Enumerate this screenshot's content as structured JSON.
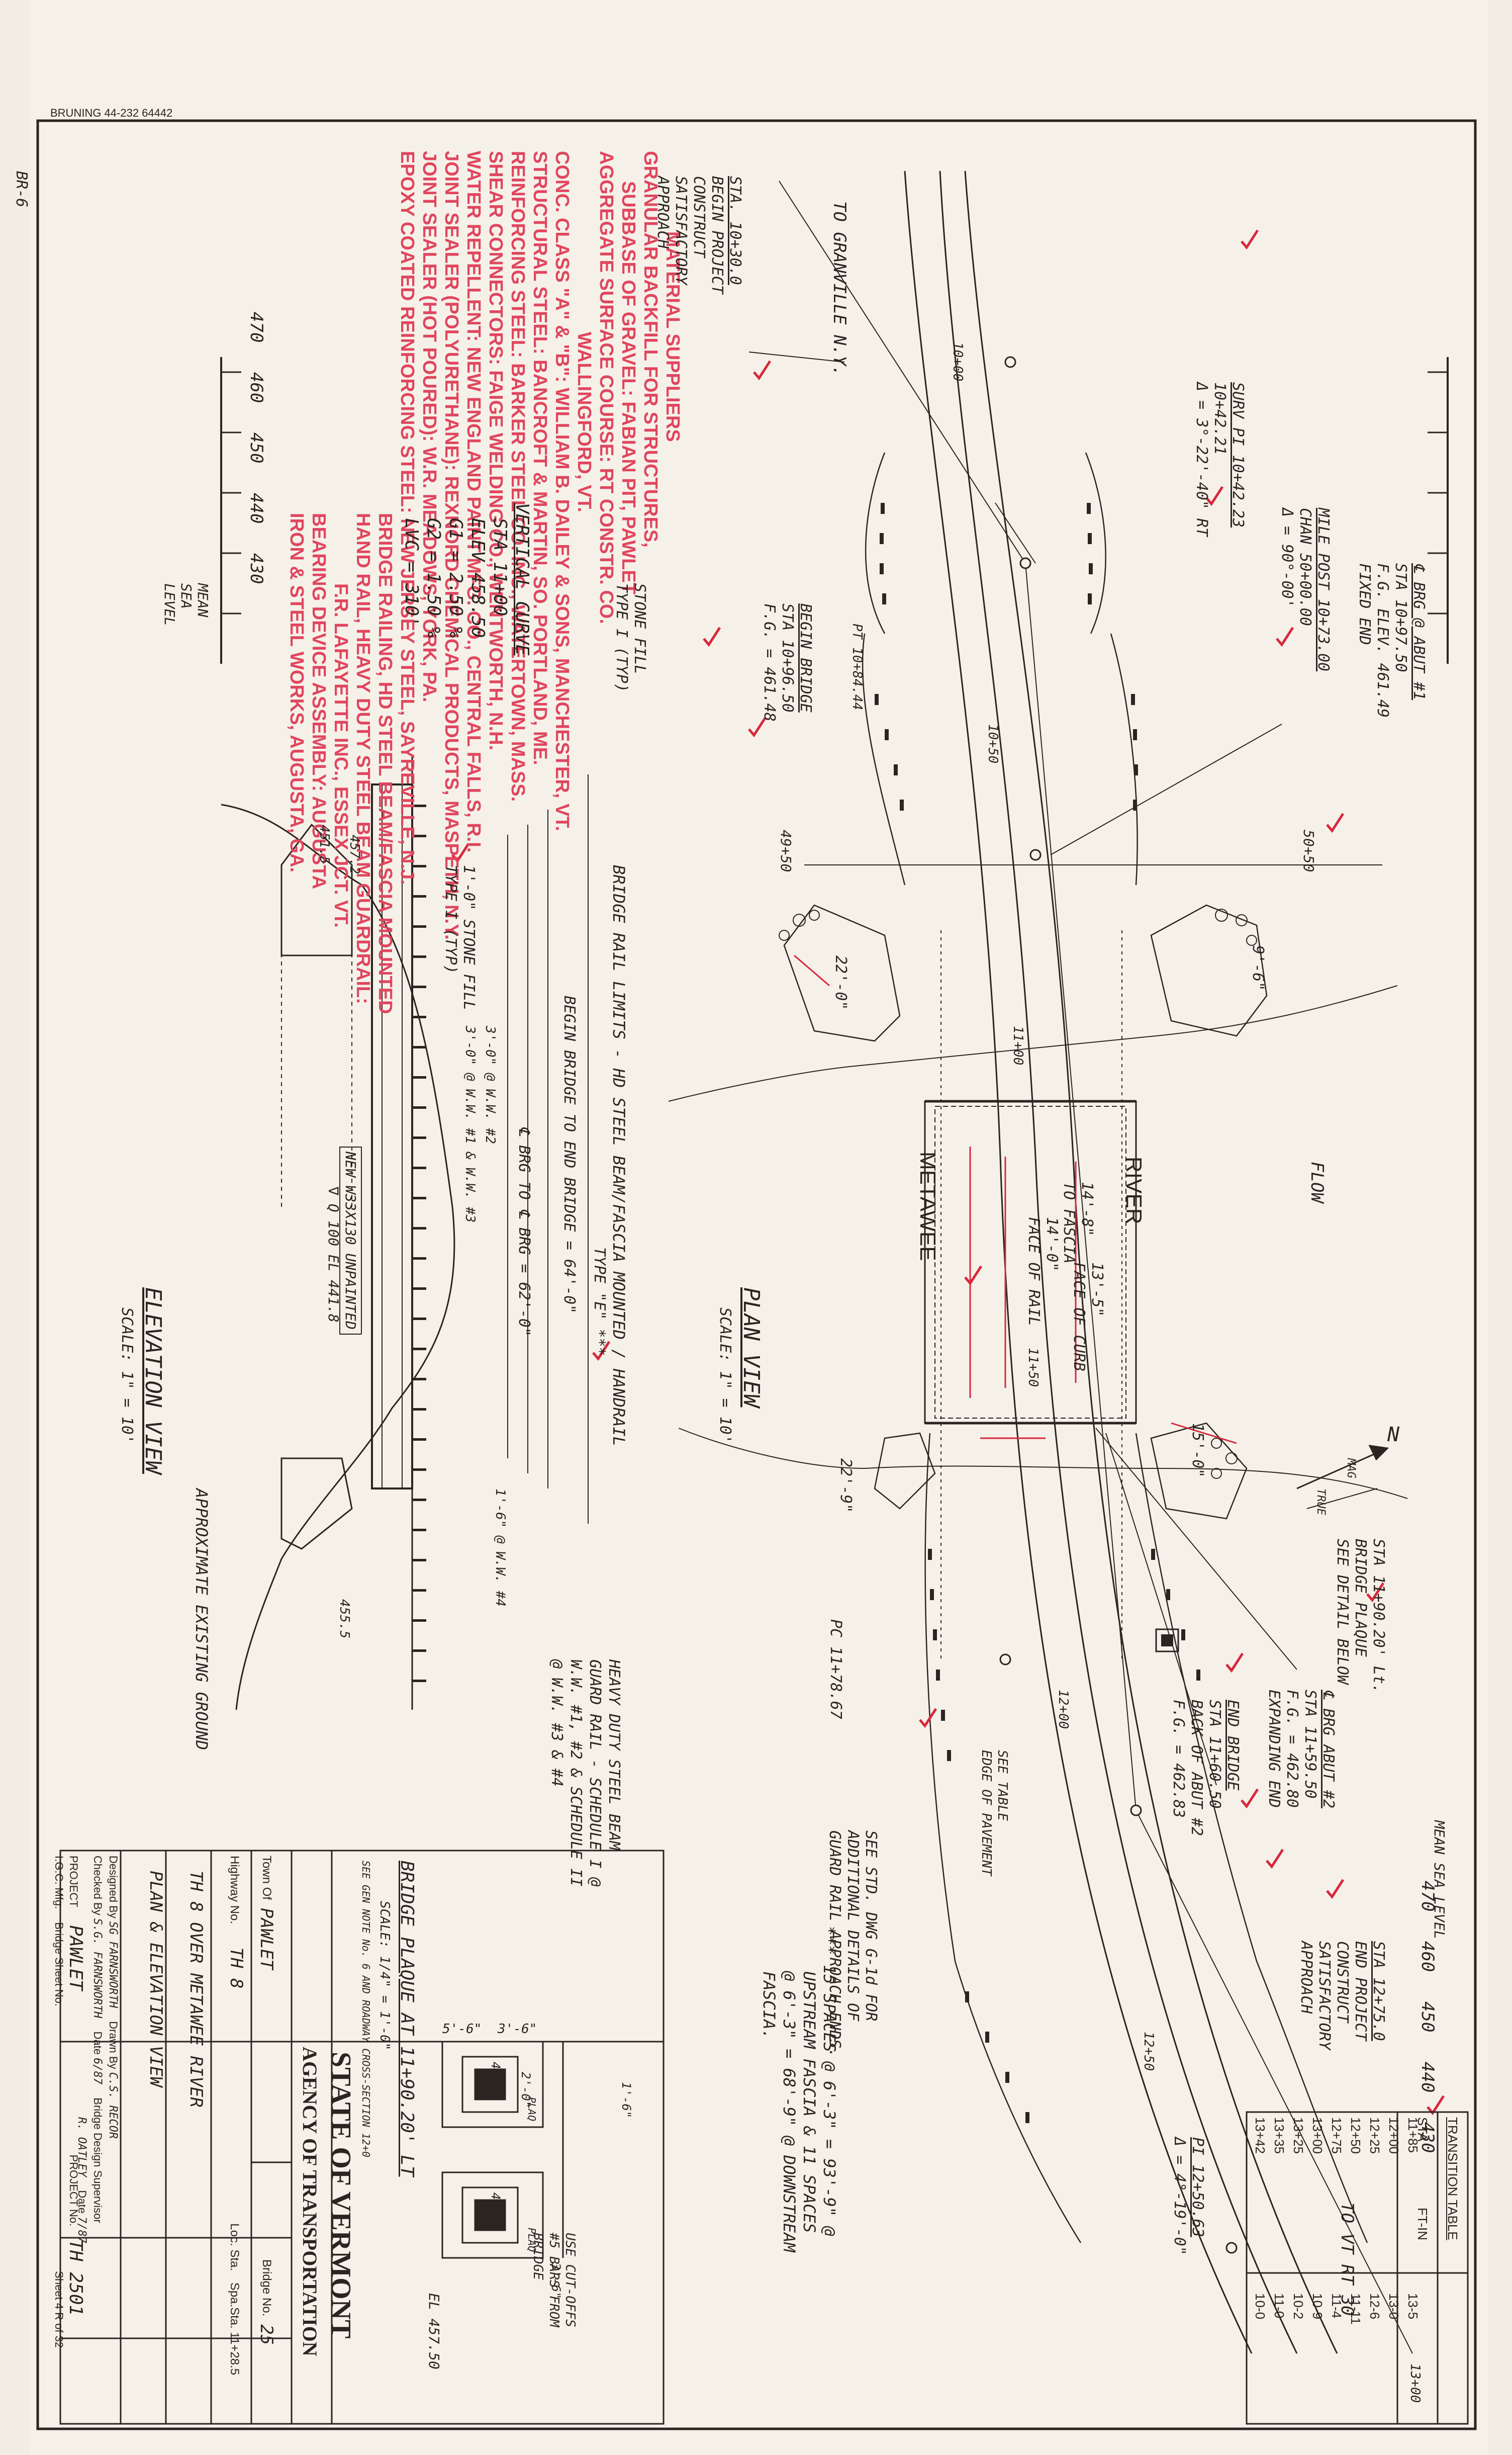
{
  "header": {
    "bruning": "BRUNING 44-232 64442",
    "sheet_mark": "BR-6"
  },
  "materials": {
    "title": "MATERIAL SUPPLIERS",
    "lines": [
      "GRANULAR BACKFILL FOR STRUCTURES,",
      "SUBBASE OF GRAVEL: FABIAN PIT, PAWLET",
      "AGGREGATE SURFACE COURSE: RT CONSTR. CO.",
      "WALLINGFORD, VT.",
      "CONC. CLASS \"A\" & \"B\": WILLIAM B. DAILEY & SONS, MANCHESTER, VT.",
      "STRUCTURAL STEEL: BANCROFT & MARTIN, SO. PORTLAND, ME.",
      "REINFORCING STEEL: BARKER STEEL CO. INC., WATERTOWN, MASS.",
      "SHEAR CONNECTORS: FAIGE WELDING CO., WENTWORTH, N.H.",
      "WATER REPELLENT: NEW ENGLAND PAINT MFG. CO., CENTRAL FALLS, R.I.",
      "JOINT SEALER (POLYURETHANE): REXNORD CHEMICAL PRODUCTS, MASPETH, N.Y.",
      "JOINT SEALER (HOT POURED): W.R. MEADOWS, YORK, PA.",
      "EPOXY COATED REINFORCING STEEL: NEW JERSEY STEEL, SAYREVILLE, N.J.",
      "BRIDGE RAILING, HD STEEL BEAM/FASCIA MOUNTED",
      "HAND RAIL, HEAVY DUTY STEEL BEAM GUARDRAIL:",
      "F.R. LAFAYETTE INC., ESSEX JCT. VT.",
      "BEARING DEVICE ASSEMBLY: AUGUSTA",
      "IRON & STEEL WORKS, AUGUSTA, GA."
    ]
  },
  "plan_view": {
    "title": "PLAN VIEW",
    "scale": "SCALE: 1\" = 10'",
    "river_left": "METAWEE",
    "river_right": "RIVER",
    "flow": "FLOW",
    "to_granville": "TO GRANVILLE N.Y.",
    "to_vt30": "TO VT RT 30",
    "sta_begin": "STA. 10+30.0",
    "begin_project": "BEGIN PROJECT",
    "construct": "CONSTRUCT",
    "satisfactory": "SATISFACTORY",
    "approach": "APPROACH",
    "surv_pi": "SURV PI 10+42.23",
    "surv_pi_2": "10+42.21",
    "surv_pi_delta": "Δ = 3°-22'-40\" RT",
    "mile_post": "MILE POST 10+73.00",
    "chan": "CHAN 50+00.00",
    "chan_delta": "Δ = 90°-00'",
    "brg_abut1": "℄ BRG @ ABUT #1",
    "brg_abut1_sta": "STA 10+97.50",
    "brg_abut1_fg": "F.G. ELEV. 461.49",
    "fixed_end": "FIXED END",
    "begin_bridge": "BEGIN BRIDGE",
    "begin_bridge_sta": "STA 10+96.50",
    "begin_bridge_fg": "F.G. = 461.48",
    "pt": "PT 10+84.44",
    "stone_fill": "STONE FILL",
    "type_i": "TYPE I (TYP)",
    "dim_14_8": "14'-8\"",
    "to_fascia": "TO FASCIA",
    "dim_14_0": "14'-0\"",
    "face_of_rail": "FACE OF RAIL",
    "dim_13_5": "13'-5\"",
    "face_of_curb": "FACE OF CURB",
    "dim_22_0": "22'-0\"",
    "dim_22_9": "22'-9\"",
    "dim_15_0": "15'-0\"",
    "dim_9_6": "9'-6\"",
    "sta_49_50": "49+50",
    "sta_50_50": "50+50",
    "sta_10_00": "10+00",
    "sta_10_50": "10+50",
    "sta_11_00": "11+00",
    "sta_11_50": "11+50",
    "sta_12_00": "12+00",
    "sta_12_50": "12+50",
    "sta_13_00": "13+00",
    "sta_bridge_plaque": "STA 11+90.20' Lt.",
    "bridge_plaque": "BRIDGE PLAQUE",
    "see_detail": "SEE DETAIL BELOW",
    "brg_abut2": "℄ BRG ABUT #2",
    "brg_abut2_sta": "STA 11+59.50",
    "brg_abut2_fg": "F.G. = 462.80",
    "expanding_end": "EXPANDING END",
    "end_bridge": "END BRIDGE",
    "end_bridge_sta": "STA 11+60.50",
    "back_of_abut": "BACK OF ABUT #2",
    "end_bridge_fg": "F.G. = 462.83",
    "see_table": "SEE TABLE",
    "edge_of_pavement": "EDGE OF PAVEMENT",
    "pc": "PC 11+78.67",
    "sta_end": "STA 12+75.0",
    "end_project": "END PROJECT",
    "pi": "PI 12+50.63",
    "pi_delta": "Δ = 4°-19'-0\"",
    "see_std": "SEE STD. DWG G-1d FOR",
    "see_std_2": "ADDITIONAL DETAILS OF",
    "see_std_3": "GUARD RAIL APPROACH ENDS.",
    "north": "N",
    "mag": "MAG",
    "true": "TRUE"
  },
  "elevation_view": {
    "title": "ELEVATION VIEW",
    "scale": "SCALE: 1\" = 10'",
    "vertical_curve": "VERTICAL CURVE",
    "vc_sta": "STA 11+00",
    "vc_elev": "ELEV 458.50",
    "vc_g1": "G1 = 2.50 %",
    "vc_g2": "G2 = 1.50 %",
    "vc_lvc": "LVC = 310'",
    "stone_fill": "1'-0\" STONE FILL",
    "type_i": "TYPE I (TYP)",
    "rail_limits": "BRIDGE RAIL LIMITS - HD STEEL BEAM/FASCIA MOUNTED / HANDRAIL",
    "type_e": "TYPE \"E\" ***",
    "begin_to_end": "BEGIN BRIDGE TO END BRIDGE = 64'-0\"",
    "brg_to_brg": "℄ BRG TO ℄ BRG = 62'-0\"",
    "new_w33": "NEW W33X130 UNPAINTED",
    "water_elev": "∇ Q 100 EL 441.8",
    "heavy_duty": "HEAVY DUTY STEEL BEAM",
    "guard_rail": "GUARD RAIL - SCHEDULE I @",
    "guard_rail_2": "W.W. #1, #2 & SCHEDULE II",
    "guard_rail_3": "@ W.W. #3 & #4",
    "approx_ground": "APPROXIMATE EXISTING GROUND",
    "el_457_2": "457.2",
    "el_451_5": "451.5",
    "el_455_5": "455.5",
    "ww2": "3'-0\" @ W.W. #2",
    "ww1": "3'-0\" @ W.W. #1 & W.W. #3",
    "ww4": "1'-6\" @ W.W. #4",
    "mean_sea_level": "MEAN SEA LEVEL",
    "left_scale": [
      "470",
      "460",
      "450",
      "440",
      "430"
    ],
    "right_scale": [
      "470",
      "460",
      "450",
      "440",
      "430"
    ]
  },
  "plaque": {
    "title": "BRIDGE PLAQUE AT 11+90.20' LT",
    "scale": "SCALE: 1/4\" = 1'-0\"",
    "note": "SEE GEN NOTE No. 6 AND ROADWAY CROSS-SECTION 12+0",
    "dim_5_6": "5'-6\"",
    "dim_3_6": "3'-6\"",
    "dim_4_0": "4'-0\"",
    "dim_2_0": "2'-0\"",
    "dim_1_6": "1'-6\"",
    "dim_4_0b": "4'-0\"",
    "dim_3_6b": "3'-6\"",
    "use_cut_offs": "USE CUT-OFFS",
    "use_cut_offs_2": "#5 BARS FROM",
    "use_cut_offs_3": "BRIDGE",
    "el": "EL 457.50",
    "plaque_label": "PLAQ"
  },
  "spacing_note": {
    "lines": [
      "*** 15 SPACES @ 6'-3\" = 93'-9\" @",
      "UPSTREAM FASCIA & 11 SPACES",
      "@ 6'-3\" = 68'-9\" @ DOWNSTREAM",
      "FASCIA."
    ]
  },
  "transition_table": {
    "title": "TRANSITION TABLE",
    "col1": "STA",
    "col2": "FT-IN",
    "rows": [
      [
        "11+85",
        "13-5"
      ],
      [
        "12+00",
        "13-0"
      ],
      [
        "12+25",
        "12-6"
      ],
      [
        "12+50",
        "11-11"
      ],
      [
        "12+75",
        "11-4"
      ],
      [
        "13+00",
        "10-9"
      ],
      [
        "13+25",
        "10-2"
      ],
      [
        "13+35",
        "11-0"
      ],
      [
        "13+42",
        "10-0"
      ]
    ]
  },
  "title_block": {
    "state": "STATE OF VERMONT",
    "agency": "AGENCY OF TRANSPORTATION",
    "town_label": "Town Of",
    "town": "PAWLET",
    "bridge_no_label": "Bridge No.",
    "bridge_no": "25",
    "highway_label": "Highway No.",
    "highway": "TH 8",
    "loc_sta_label": "Loc. Sta.",
    "loc_sta": "Spa.Sta. 11+28.5",
    "project_line": "TH 8  OVER METAWEE RIVER",
    "sheet_title": "PLAN & ELEVATION VIEW",
    "designed_label": "Designed By",
    "designed": "SG FARNSWORTH",
    "drawn_label": "Drawn By",
    "drawn": "C.S. RECOR",
    "checked_label": "Checked By",
    "checked": "S.G. FARNSWORTH",
    "date1_label": "Date",
    "date1": "6/87",
    "supervisor_label": "Bridge Design Supervisor",
    "supervisor": "R. OATLEY",
    "date2_label": "Date",
    "date2": "7/87",
    "project_label": "PROJECT",
    "project": "PAWLET",
    "project_no_label": "PROJECT No.",
    "project_no": "TH 2501",
    "mfg": "I.G.C. Mfg.",
    "bridge_sheet": "Bridge Sheet No.",
    "sheet_no": "Sheet 4 R of 32"
  },
  "colors": {
    "paper": "#f2ede4",
    "ink": "#2b2420",
    "red_text": "#e0465e",
    "red_marks": "#d8283c"
  }
}
